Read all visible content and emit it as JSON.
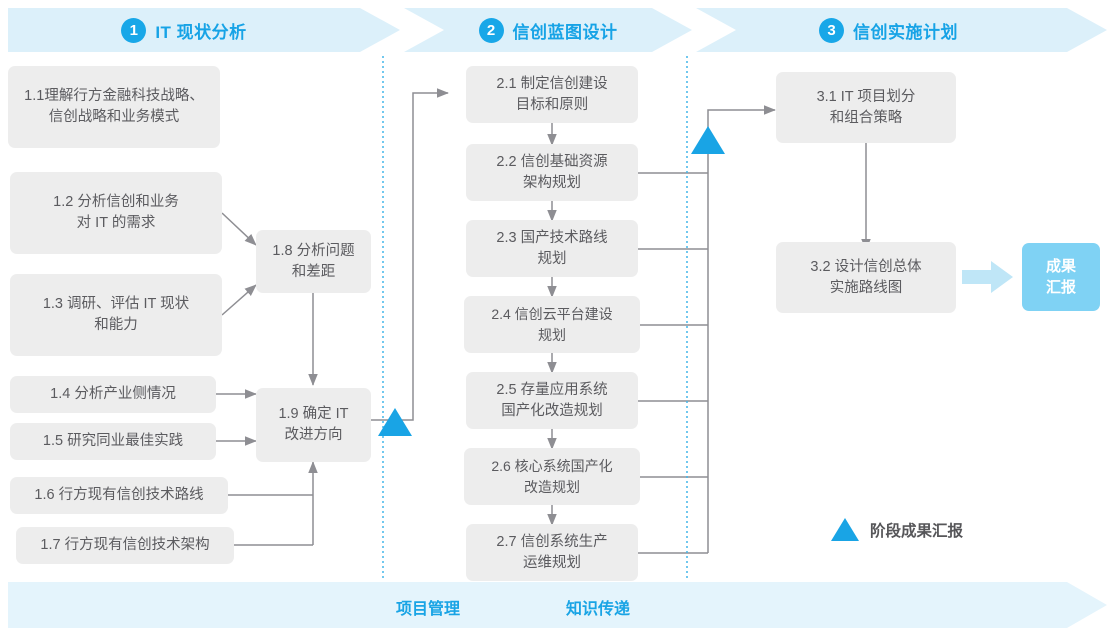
{
  "header": {
    "phases": [
      {
        "num": "1",
        "title": "IT 现状分析"
      },
      {
        "num": "2",
        "title": "信创蓝图设计"
      },
      {
        "num": "3",
        "title": "信创实施计划"
      }
    ]
  },
  "phase1": {
    "tasks": [
      {
        "id": "1.1",
        "label": "1.1理解行方金融科技战略、\n信创战略和业务模式"
      },
      {
        "id": "1.2",
        "label": "1.2 分析信创和业务\n对 IT 的需求"
      },
      {
        "id": "1.3",
        "label": "1.3 调研、评估 IT 现状\n和能力"
      },
      {
        "id": "1.4",
        "label": "1.4 分析产业侧情况"
      },
      {
        "id": "1.5",
        "label": "1.5 研究同业最佳实践"
      },
      {
        "id": "1.6",
        "label": "1.6 行方现有信创技术路线"
      },
      {
        "id": "1.7",
        "label": "1.7 行方现有信创技术架构"
      },
      {
        "id": "1.8",
        "label": "1.8 分析问题\n和差距"
      },
      {
        "id": "1.9",
        "label": "1.9 确定 IT\n改进方向"
      }
    ]
  },
  "phase2": {
    "tasks": [
      {
        "id": "2.1",
        "label": "2.1 制定信创建设\n目标和原则"
      },
      {
        "id": "2.2",
        "label": "2.2 信创基础资源\n架构规划"
      },
      {
        "id": "2.3",
        "label": "2.3 国产技术路线\n规划"
      },
      {
        "id": "2.4",
        "label": "2.4 信创云平台建设\n规划"
      },
      {
        "id": "2.5",
        "label": "2.5 存量应用系统\n国产化改造规划"
      },
      {
        "id": "2.6",
        "label": "2.6 核心系统国产化\n改造规划"
      },
      {
        "id": "2.7",
        "label": "2.7 信创系统生产\n运维规划"
      }
    ]
  },
  "phase3": {
    "tasks": [
      {
        "id": "3.1",
        "label": "3.1 IT 项目划分\n和组合策略"
      },
      {
        "id": "3.2",
        "label": "3.2 设计信创总体\n实施路线图"
      }
    ],
    "result": {
      "label": "成果\n汇报"
    }
  },
  "legend": {
    "label": "阶段成果汇报"
  },
  "footer": {
    "labels": [
      "项目管理",
      "知识传递"
    ]
  },
  "colors": {
    "accent": "#19a4e5",
    "phase_band": "#dcf0fa",
    "footer_band": "#e4f4fc",
    "box_fill": "#ededed",
    "box_text": "#5b5b5f",
    "result_fill": "#7fd2f4",
    "edge": "#8e8e93",
    "divider": "#45b6e8"
  }
}
